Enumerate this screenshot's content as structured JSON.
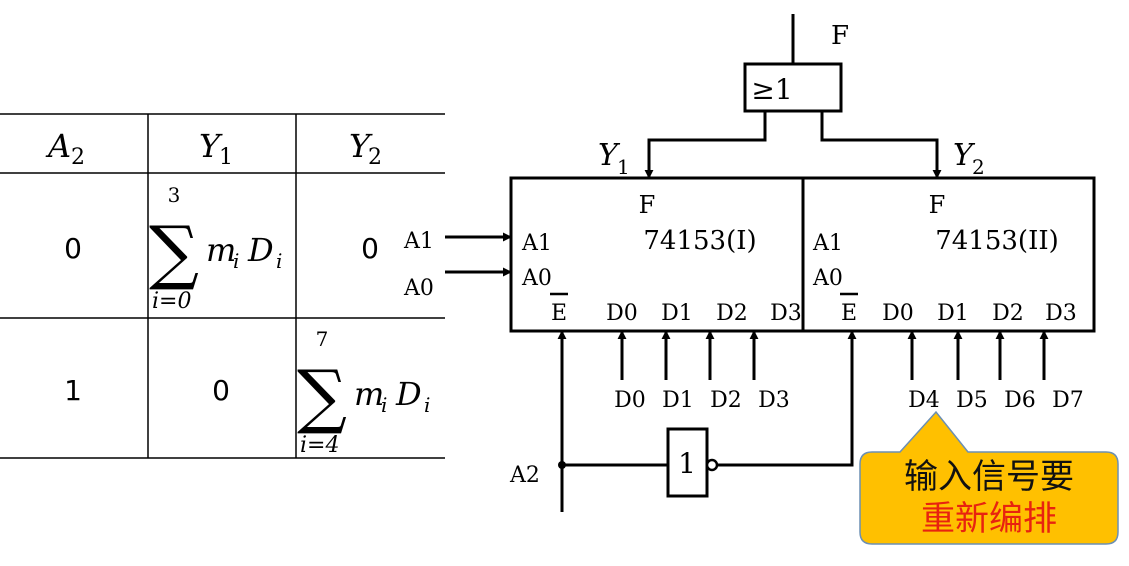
{
  "table": {
    "headers": {
      "a2": {
        "base": "A",
        "sub": "2"
      },
      "y1": {
        "base": "Y",
        "sub": "1"
      },
      "y2": {
        "base": "Y",
        "sub": "2"
      }
    },
    "rows": [
      {
        "a2": "0",
        "y1": {
          "sum_top": "3",
          "sum_bottom": "i=0",
          "term_m": "m",
          "term_sub_i": "i",
          "term_d": "D",
          "term_sub_i2": "i"
        },
        "y2": "0"
      },
      {
        "a2": "1",
        "y1": "0",
        "y2": {
          "sum_top": "7",
          "sum_bottom": "i=4",
          "term_m": "m",
          "term_sub_i": "i",
          "term_d": "D",
          "term_sub_i2": "i"
        }
      }
    ]
  },
  "circuit": {
    "output": "F",
    "or_gate_label": "≥1",
    "y1": {
      "base": "Y",
      "sub": "1"
    },
    "y2": {
      "base": "Y",
      "sub": "2"
    },
    "chip1": {
      "name": "74153(I)",
      "f": "F",
      "a1": "A1",
      "a0": "A0",
      "e": "E",
      "d": [
        "D0",
        "D1",
        "D2",
        "D3"
      ]
    },
    "chip2": {
      "name": "74153(II)",
      "f": "F",
      "a1": "A1",
      "a0": "A0",
      "e": "E",
      "d": [
        "D0",
        "D1",
        "D2",
        "D3"
      ]
    },
    "inputs": {
      "a1": "A1",
      "a0": "A0",
      "a2": "A2"
    },
    "data_inputs_1": [
      "D0",
      "D1",
      "D2",
      "D3"
    ],
    "data_inputs_2": [
      "D4",
      "D5",
      "D6",
      "D7"
    ],
    "not_gate_label": "1"
  },
  "callout": {
    "line1": "输入信号要",
    "line2": "重新编排",
    "fill": "#FFC000",
    "text_red": "#E8230F"
  }
}
